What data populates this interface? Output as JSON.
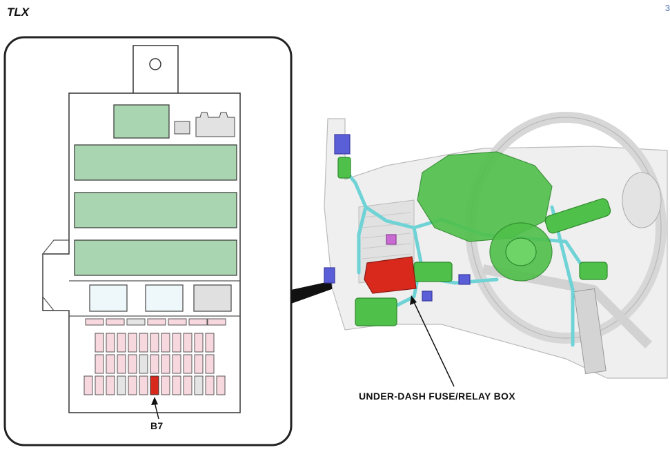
{
  "header": {
    "title": "TLX",
    "corner_mark": "3"
  },
  "callouts": {
    "fuse_label": "B7",
    "box_label": "UNDER-DASH FUSE/RELAY BOX"
  },
  "colors": {
    "fuse_green": "#a9d5b0",
    "fuse_pink": "#f7d8df",
    "fuse_highlight": "#d9291c",
    "harness_cyan": "#6fd3d6",
    "module_green": "#4fc04a",
    "outline": "#222222"
  }
}
